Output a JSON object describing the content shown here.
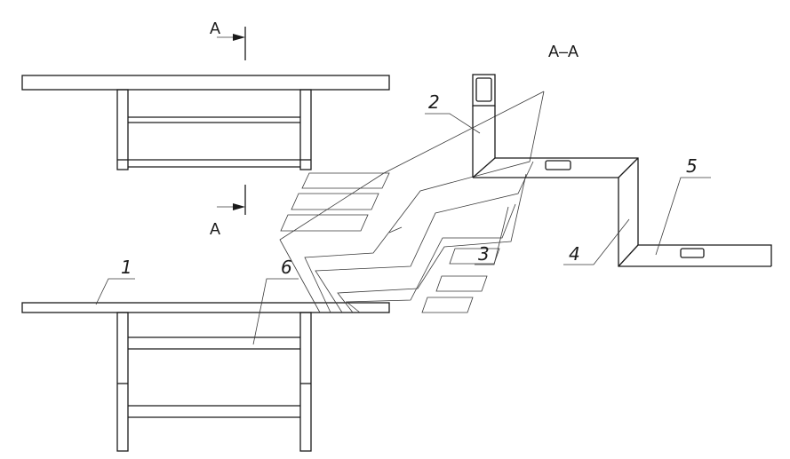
{
  "section_labels": {
    "top_marker": "A",
    "bottom_marker": "A",
    "view_title": "A–A"
  },
  "parts": [
    {
      "number": "1"
    },
    {
      "number": "2"
    },
    {
      "number": "3"
    },
    {
      "number": "4"
    },
    {
      "number": "5"
    },
    {
      "number": "6"
    }
  ]
}
